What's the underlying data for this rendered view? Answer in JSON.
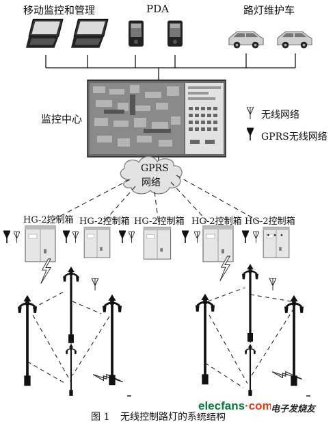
{
  "labels": {
    "mobile_monitor": "移动监控和管理",
    "pda": "PDA",
    "maintenance_vehicle": "路灯维护车",
    "monitor_center": "监控中心",
    "wireless_network_legend": "无线网络",
    "gprs_wireless_legend": "GPRS无线网络",
    "cloud_line1": "GPRS",
    "cloud_line2": "网络",
    "box1": "HG-2控制箱",
    "box2": "HG-2控制箱",
    "box3": "HG-2控制箱",
    "box4": "HG-2控制箱",
    "box5": "HG-2控制箱",
    "ellipsis": "· · ·",
    "caption_num": "图 1",
    "caption_text": "无线控制路灯的系统结构"
  },
  "watermark": {
    "site_part1": "elecfans",
    "site_part2": "·com",
    "site_part3": "电子发烧友",
    "brand_color": "#0a7a3a",
    "accent_color": "#e23a1a"
  },
  "icons": [
    "laptop-icon",
    "pda-icon",
    "car-icon",
    "monitor-screen",
    "cloud-icon",
    "antenna-icon",
    "control-box-icon",
    "street-lamp-icon",
    "lightning-icon"
  ]
}
